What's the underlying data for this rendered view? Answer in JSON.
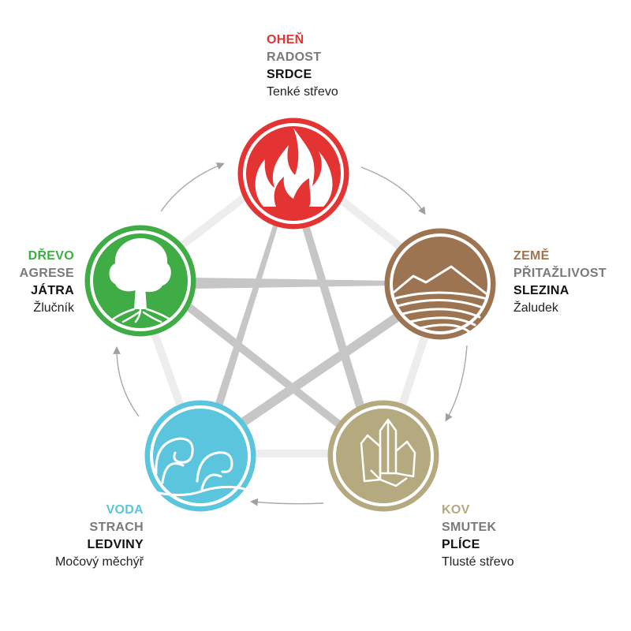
{
  "elements": [
    {
      "key": "fire",
      "name": "OHEŇ",
      "emotion": "RADOST",
      "organ": "SRDCE",
      "secondary": "Tenké střevo",
      "color": "#e43333",
      "icon": "flame-icon"
    },
    {
      "key": "earth",
      "name": "ZEMĚ",
      "emotion": "PŘITAŽLIVOST",
      "organ": "SLEZINA",
      "secondary": "Žaludek",
      "color": "#9c7452",
      "icon": "mountain-field-icon"
    },
    {
      "key": "metal",
      "name": "KOV",
      "emotion": "SMUTEK",
      "organ": "PLÍCE",
      "secondary": "Tlusté střevo",
      "color": "#b4a97f",
      "icon": "crystal-icon"
    },
    {
      "key": "water",
      "name": "VODA",
      "emotion": "STRACH",
      "organ": "LEDVINY",
      "secondary": "Močový měchýř",
      "color": "#5bc5dd",
      "icon": "wave-icon"
    },
    {
      "key": "wood",
      "name": "DŘEVO",
      "emotion": "AGRESE",
      "organ": "JÁTRA",
      "secondary": "Žlučník",
      "color": "#3fac45",
      "icon": "tree-icon"
    }
  ],
  "colors": {
    "pentagon_band": "#ececec",
    "star_line": "#c4c4c4",
    "arrow": "#a0a0a0",
    "emotion_text": "#7a7a7a"
  }
}
